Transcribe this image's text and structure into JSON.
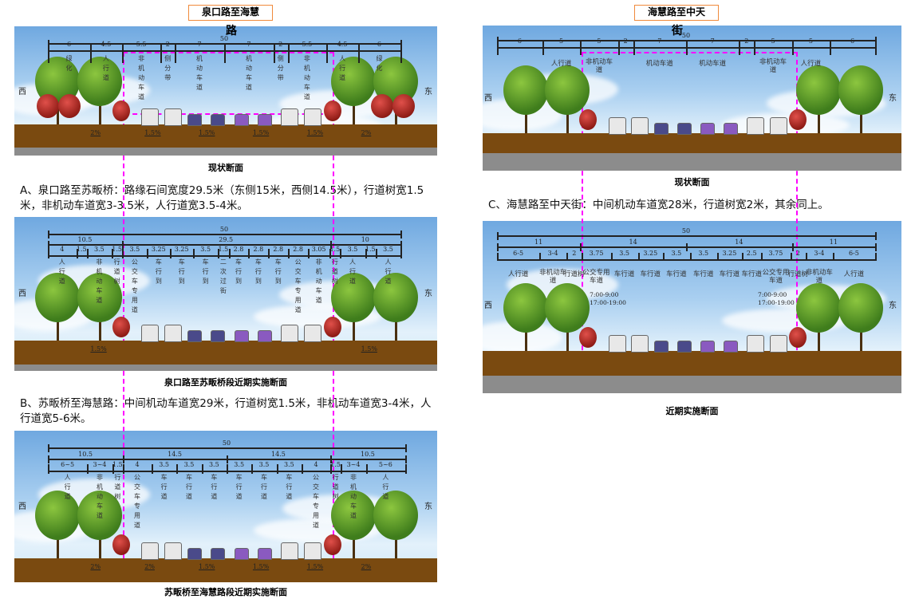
{
  "left_title": "泉口路至海慧",
  "left_title_char": "路",
  "right_title": "海慧路至中天",
  "right_title_char": "街",
  "directions": {
    "west": "西",
    "east": "东"
  },
  "paragraphs": {
    "A": "A、泉口路至苏畈桥：路缘石间宽度29.5米（东侧15米，西侧14.5米），行道树宽1.5米，非机动车道宽3-3.5米，人行道宽3.5-4米。",
    "B": "B、苏畈桥至海慧路：中间机动车道宽29米，行道树宽1.5米，非机动车道宽3-4米，人行道宽5-6米。",
    "C": "C、海慧路至中天街：中间机动车道宽28米，行道树宽2米，其余同上。"
  },
  "colors": {
    "highlight": "#ff00ff",
    "title_border": "#f08a3c",
    "soil": "#7a4a10"
  },
  "panels": [
    {
      "id": "p1",
      "caption": "现状断面",
      "rows": [
        [
          "50"
        ]
      ],
      "segments": [
        {
          "w": 6,
          "dim": "6",
          "label": "绿化"
        },
        {
          "w": 4.5,
          "dim": "4.5",
          "label": "人行道"
        },
        {
          "w": 5.5,
          "dim": "5.5",
          "label": "非机动车道"
        },
        {
          "w": 2,
          "dim": "2",
          "label": "侧分带"
        },
        {
          "w": 7,
          "dim": "7",
          "label": "机动车道"
        },
        {
          "w": 7,
          "dim": "7",
          "label": "机动车道"
        },
        {
          "w": 2,
          "dim": "2",
          "label": "侧分带"
        },
        {
          "w": 5.5,
          "dim": "5.5",
          "label": "非机动车道"
        },
        {
          "w": 4.5,
          "dim": "4.5",
          "label": "人行道"
        },
        {
          "w": 6,
          "dim": "6",
          "label": "绿化"
        }
      ],
      "slopes": [
        "2%",
        "1.5%",
        "1.5%",
        "1.5%",
        "1.5%",
        "2%"
      ]
    },
    {
      "id": "p2",
      "caption": "泉口路至苏畈桥段近期实施断面",
      "rows": [
        [
          "50"
        ],
        [
          "10.5",
          "29.5",
          "10"
        ]
      ],
      "row_weights": [
        [
          50
        ],
        [
          10.5,
          29.5,
          10
        ]
      ],
      "segments": [
        {
          "w": 4,
          "dim": "4",
          "label": "人行道"
        },
        {
          "w": 1.5,
          "dim": "1.5",
          "label": ""
        },
        {
          "w": 3.5,
          "dim": "3.5",
          "label": "非机动车道"
        },
        {
          "w": 1.5,
          "dim": "1.5",
          "label": "行道树"
        },
        {
          "w": 3.5,
          "dim": "3.5",
          "label": "公交车专用道"
        },
        {
          "w": 3.25,
          "dim": "3.25",
          "label": "车行到"
        },
        {
          "w": 3.25,
          "dim": "3.25",
          "label": "车行到"
        },
        {
          "w": 3.5,
          "dim": "3.5",
          "label": "车行到"
        },
        {
          "w": 1.5,
          "dim": "1.5",
          "label": "二次过街"
        },
        {
          "w": 2.8,
          "dim": "2.8",
          "label": "车行到"
        },
        {
          "w": 2.8,
          "dim": "2.8",
          "label": "车行到"
        },
        {
          "w": 2.8,
          "dim": "2.8",
          "label": "车行到"
        },
        {
          "w": 2.8,
          "dim": "2.8",
          "label": "公交车专用道"
        },
        {
          "w": 3.05,
          "dim": "3.05",
          "label": "非机动车道"
        },
        {
          "w": 1.5,
          "dim": "1.5",
          "label": "行道树"
        },
        {
          "w": 3.5,
          "dim": "3.5",
          "label": "人行道"
        },
        {
          "w": 1.5,
          "dim": "1.5",
          "label": ""
        },
        {
          "w": 3.5,
          "dim": "3.5",
          "label": "人行道"
        }
      ],
      "slopes": [
        "1.5%",
        "1.5%"
      ]
    },
    {
      "id": "p3",
      "caption": "苏畈桥至海慧路段近期实施断面",
      "rows": [
        [
          "50"
        ],
        [
          "10.5",
          "14.5",
          "14.5",
          "10.5"
        ]
      ],
      "row_weights": [
        [
          50
        ],
        [
          10.5,
          14.5,
          14.5,
          10.5
        ]
      ],
      "segments": [
        {
          "w": 5.5,
          "dim": "6~5",
          "label": "人行道"
        },
        {
          "w": 3.5,
          "dim": "3~4",
          "label": "非机动车道"
        },
        {
          "w": 1.5,
          "dim": "1.5",
          "label": "行道树"
        },
        {
          "w": 4,
          "dim": "4",
          "label": "公交车专用道"
        },
        {
          "w": 3.5,
          "dim": "3.5",
          "label": "车行道"
        },
        {
          "w": 3.5,
          "dim": "3.5",
          "label": "车行道"
        },
        {
          "w": 3.5,
          "dim": "3.5",
          "label": "车行道"
        },
        {
          "w": 3.5,
          "dim": "3.5",
          "label": "车行道"
        },
        {
          "w": 3.5,
          "dim": "3.5",
          "label": "车行道"
        },
        {
          "w": 3.5,
          "dim": "3.5",
          "label": "车行道"
        },
        {
          "w": 4,
          "dim": "4",
          "label": "公交车专用道"
        },
        {
          "w": 1.5,
          "dim": "1.5",
          "label": "行道树"
        },
        {
          "w": 3.5,
          "dim": "3~4",
          "label": "非机动车道"
        },
        {
          "w": 5.5,
          "dim": "5~6",
          "label": "人行道"
        }
      ],
      "slopes": [
        "2%",
        "2%",
        "1.5%",
        "1.5%",
        "1.5%",
        "2%"
      ]
    },
    {
      "id": "p4",
      "caption": "现状断面",
      "rows": [
        [
          "50"
        ]
      ],
      "segments": [
        {
          "w": 6,
          "dim": "6",
          "label": ""
        },
        {
          "w": 5,
          "dim": "5",
          "label": "人行道"
        },
        {
          "w": 5,
          "dim": "5",
          "label": "非机动车道"
        },
        {
          "w": 2,
          "dim": "2",
          "label": ""
        },
        {
          "w": 7,
          "dim": "7",
          "label": "机动车道"
        },
        {
          "w": 7,
          "dim": "7",
          "label": "机动车道"
        },
        {
          "w": 2,
          "dim": "2",
          "label": ""
        },
        {
          "w": 5,
          "dim": "5",
          "label": "非机动车道"
        },
        {
          "w": 5,
          "dim": "5",
          "label": "人行道"
        },
        {
          "w": 6,
          "dim": "6",
          "label": ""
        }
      ],
      "slopes": []
    },
    {
      "id": "p5",
      "caption": "近期实施断面",
      "rows": [
        [
          "50"
        ],
        [
          "11",
          "14",
          "14",
          "11"
        ]
      ],
      "row_weights": [
        [
          50
        ],
        [
          11,
          14,
          14,
          11
        ]
      ],
      "segments": [
        {
          "w": 5.5,
          "dim": "6-5",
          "label": "人行道"
        },
        {
          "w": 3.5,
          "dim": "3-4",
          "label": "非机动车道"
        },
        {
          "w": 2,
          "dim": "2",
          "label": "行道树"
        },
        {
          "w": 3.75,
          "dim": "3.75",
          "label": "公交专用车道"
        },
        {
          "w": 3.5,
          "dim": "3.5",
          "label": "车行道"
        },
        {
          "w": 3.25,
          "dim": "3.25",
          "label": "车行道"
        },
        {
          "w": 3.5,
          "dim": "3.5",
          "label": "车行道"
        },
        {
          "w": 3.5,
          "dim": "3.5",
          "label": "车行道"
        },
        {
          "w": 3.25,
          "dim": "3.25",
          "label": "车行道"
        },
        {
          "w": 2.5,
          "dim": "2.5",
          "label": "车行道"
        },
        {
          "w": 3.75,
          "dim": "3.75",
          "label": "公交专用车道"
        },
        {
          "w": 2,
          "dim": "2",
          "label": "行道树"
        },
        {
          "w": 3.5,
          "dim": "3-4",
          "label": "非机动车道"
        },
        {
          "w": 5.5,
          "dim": "6-5",
          "label": "人行道"
        }
      ],
      "bus_times": [
        "7:00-9:00",
        "17:00-19:00"
      ],
      "slopes": []
    }
  ]
}
